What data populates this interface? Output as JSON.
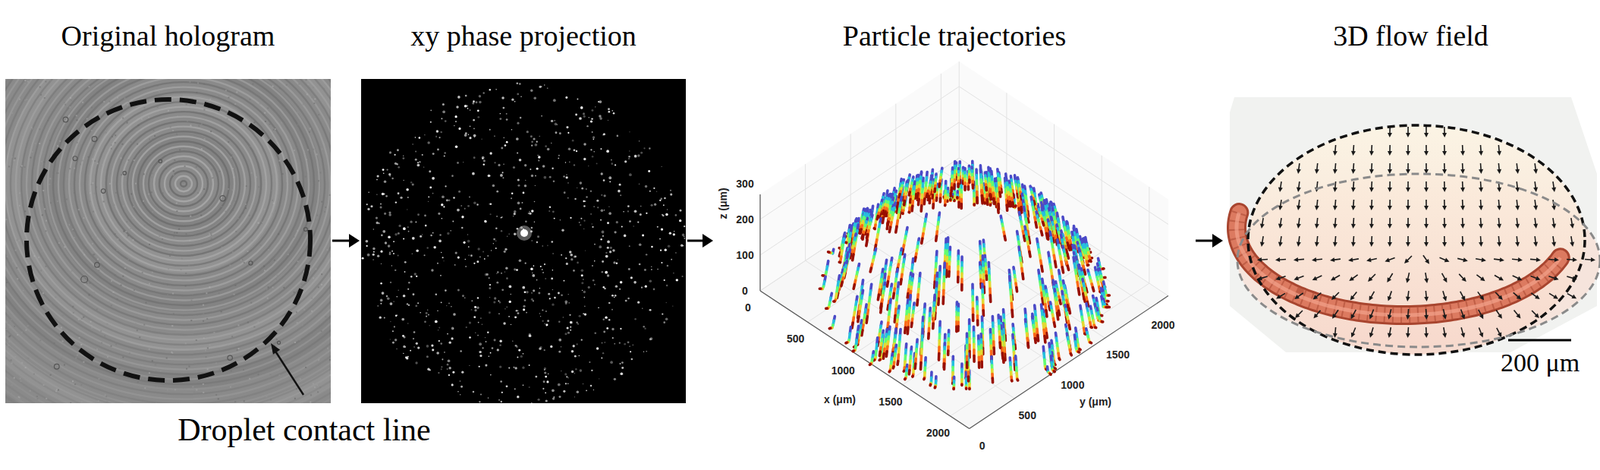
{
  "diagram": {
    "nodes": [
      {
        "text": [
          "Original hologram"
        ]
      },
      {
        "text": [
          "xy phase projection"
        ]
      },
      {
        "text": [
          "Particle trajectories"
        ]
      },
      {
        "text": [
          "3D flow field"
        ]
      }
    ],
    "edges": [
      {
        "from": 0,
        "to": 1,
        "arrow": "to"
      },
      {
        "from": 1,
        "to": 2,
        "arrow": "to"
      },
      {
        "from": 2,
        "to": 3,
        "arrow": "to"
      }
    ],
    "labels": [
      "Droplet contact line",
      "200 μm",
      "300",
      "200",
      "100",
      "0",
      "0",
      "500",
      "1000",
      "1500",
      "2000",
      "0",
      "500",
      "1000",
      "1500",
      "2000",
      "z (μm)",
      "x (μm)",
      "y (μm)"
    ]
  }
}
